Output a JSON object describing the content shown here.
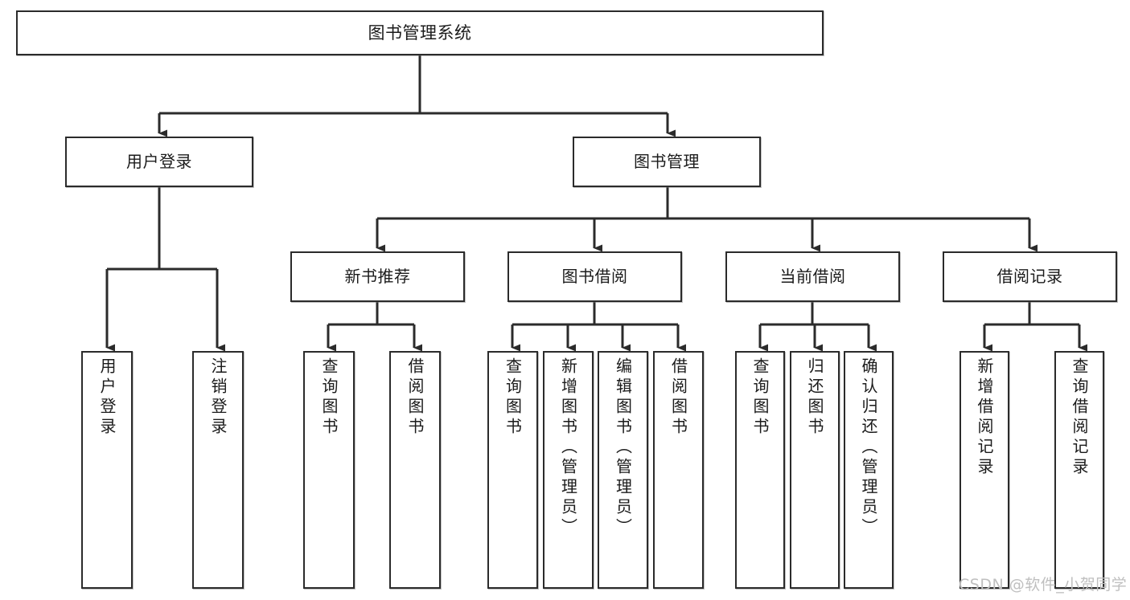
{
  "diagram": {
    "type": "tree-hierarchy",
    "title": "图书管理系统",
    "watermark": "CSDN @软件_小贺同学",
    "colors": {
      "box_border": "#2b2b2b",
      "box_fill": "#ffffff",
      "connector": "#2b2b2b",
      "text": "#1b1b1b",
      "watermark": "#bfbfbf"
    },
    "nodes": {
      "root": {
        "label": "图书管理系统"
      },
      "level2": [
        {
          "id": "user-login",
          "label": "用户登录"
        },
        {
          "id": "book-manage",
          "label": "图书管理"
        }
      ],
      "level3": [
        {
          "id": "new-book-recommend",
          "label": "新书推荐"
        },
        {
          "id": "book-borrow",
          "label": "图书借阅"
        },
        {
          "id": "current-borrow",
          "label": "当前借阅"
        },
        {
          "id": "borrow-record",
          "label": "借阅记录"
        }
      ],
      "leaves": {
        "user-login": [
          {
            "id": "leaf-user-login",
            "label": "用户登录"
          },
          {
            "id": "leaf-logout-login",
            "label": "注销登录"
          }
        ],
        "new-book-recommend": [
          {
            "id": "leaf-query-book-1",
            "label": "查询图书"
          },
          {
            "id": "leaf-borrow-book-1",
            "label": "借阅图书"
          }
        ],
        "book-borrow": [
          {
            "id": "leaf-query-book-2",
            "label": "查询图书"
          },
          {
            "id": "leaf-add-book",
            "label": "新增图书（管理员）"
          },
          {
            "id": "leaf-edit-book",
            "label": "编辑图书（管理员）"
          },
          {
            "id": "leaf-borrow-book-2",
            "label": "借阅图书"
          }
        ],
        "current-borrow": [
          {
            "id": "leaf-query-book-3",
            "label": "查询图书"
          },
          {
            "id": "leaf-return-book",
            "label": "归还图书"
          },
          {
            "id": "leaf-confirm-return",
            "label": "确认归还（管理员）"
          }
        ],
        "borrow-record": [
          {
            "id": "leaf-add-record",
            "label": "新增借阅记录"
          },
          {
            "id": "leaf-query-record",
            "label": "查询借阅记录"
          }
        ]
      }
    }
  }
}
